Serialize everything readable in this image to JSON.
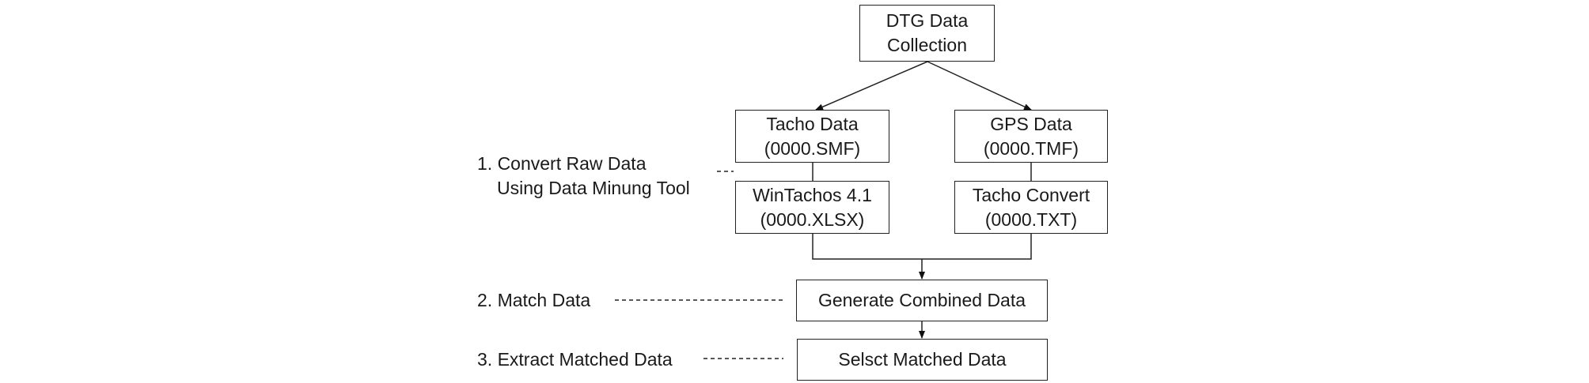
{
  "nodes": {
    "collection": {
      "line1": "DTG Data",
      "line2": "Collection"
    },
    "tacho": {
      "line1": "Tacho Data",
      "line2": "(0000.SMF)"
    },
    "gps": {
      "line1": "GPS Data",
      "line2": "(0000.TMF)"
    },
    "wintachos": {
      "line1": "WinTachos 4.1",
      "line2": "(0000.XLSX)"
    },
    "tacho_convert": {
      "line1": "Tacho Convert",
      "line2": "(0000.TXT)"
    },
    "combined": {
      "line1": "Generate Combined Data"
    },
    "select": {
      "line1": "Selsct Matched Data"
    }
  },
  "steps": {
    "step1": {
      "line1": "1. Convert Raw Data",
      "line2": "Using Data Minung Tool"
    },
    "step2": {
      "line1": "2. Match Data"
    },
    "step3": {
      "line1": "3. Extract Matched Data"
    }
  }
}
